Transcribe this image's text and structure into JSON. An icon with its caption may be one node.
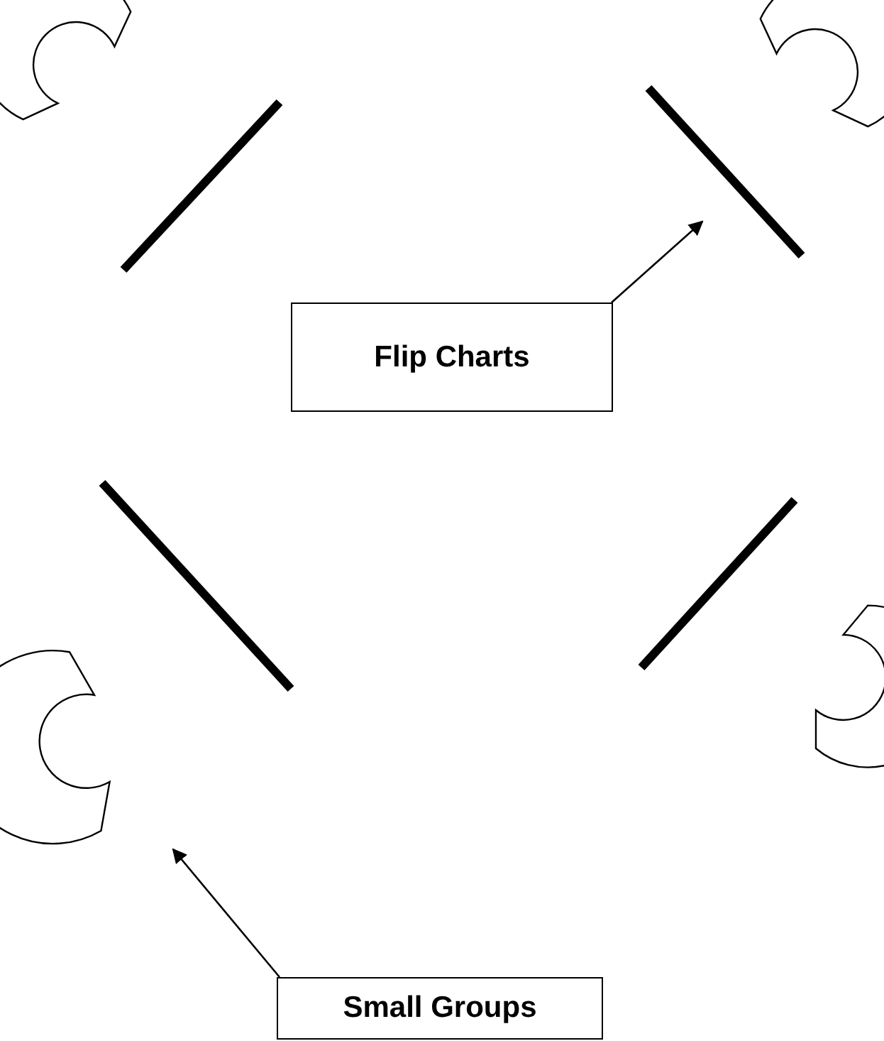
{
  "diagram": {
    "nodes": [
      {
        "text": [],
        "shape": "arc"
      },
      {
        "text": [],
        "shape": "arc"
      },
      {
        "text": [],
        "shape": "bar"
      },
      {
        "text": [],
        "shape": "bar"
      },
      {
        "text": [
          "Flip Charts"
        ]
      },
      {
        "text": [],
        "shape": "bar"
      },
      {
        "text": [],
        "shape": "bar"
      },
      {
        "text": [],
        "shape": "arc"
      },
      {
        "text": [],
        "shape": "arc"
      },
      {
        "text": [
          "Small Groups"
        ]
      }
    ],
    "edges": [
      {
        "from": 4,
        "to": 3,
        "arrow": "to"
      },
      {
        "from": 9,
        "to": 8,
        "arrow": "to"
      }
    ]
  }
}
